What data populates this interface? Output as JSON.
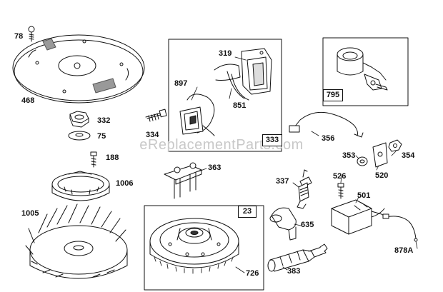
{
  "watermark": "eReplacementParts.com",
  "parts": [
    {
      "key": "p78",
      "ref": "78"
    },
    {
      "key": "p468",
      "ref": "468"
    },
    {
      "key": "p332",
      "ref": "332"
    },
    {
      "key": "p75",
      "ref": "75"
    },
    {
      "key": "p334",
      "ref": "334"
    },
    {
      "key": "p188",
      "ref": "188"
    },
    {
      "key": "p1006",
      "ref": "1006"
    },
    {
      "key": "p1005",
      "ref": "1005"
    },
    {
      "key": "p319",
      "ref": "319"
    },
    {
      "key": "p897",
      "ref": "897"
    },
    {
      "key": "p851",
      "ref": "851"
    },
    {
      "key": "p363",
      "ref": "363"
    },
    {
      "key": "p356",
      "ref": "356"
    },
    {
      "key": "p353",
      "ref": "353"
    },
    {
      "key": "p354",
      "ref": "354"
    },
    {
      "key": "p520",
      "ref": "520"
    },
    {
      "key": "p337",
      "ref": "337"
    },
    {
      "key": "p526",
      "ref": "526"
    },
    {
      "key": "p501",
      "ref": "501"
    },
    {
      "key": "p635",
      "ref": "635"
    },
    {
      "key": "p878A",
      "ref": "878A"
    },
    {
      "key": "p726",
      "ref": "726"
    },
    {
      "key": "p383",
      "ref": "383"
    }
  ],
  "boxed_parts": [
    {
      "key": "b333",
      "ref": "333"
    },
    {
      "key": "b795",
      "ref": "795"
    },
    {
      "key": "b23",
      "ref": "23"
    }
  ],
  "colors": {
    "line": "#111111",
    "paper": "#ffffff",
    "watermark": "#c8c8c8"
  }
}
